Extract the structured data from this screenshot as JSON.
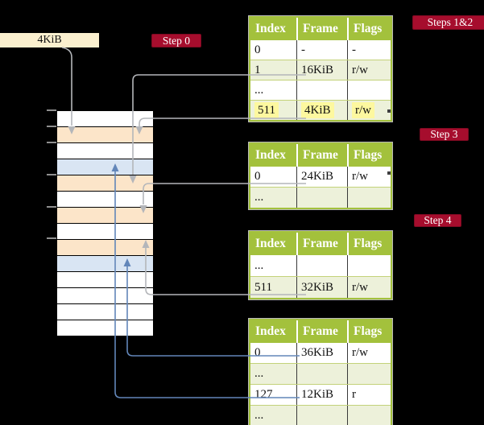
{
  "frame_label": "4KiB",
  "badges": {
    "step0": "Step 0",
    "steps12": "Steps 1&2",
    "step3": "Step 3",
    "step4": "Step 4"
  },
  "memory": {
    "description": "physical memory column of 4KiB frames",
    "row_colors": [
      "white",
      "orange",
      "white",
      "blue",
      "orange",
      "white",
      "orange",
      "white",
      "orange",
      "blue",
      "white",
      "white",
      "white",
      "white"
    ]
  },
  "tables": {
    "steps12": {
      "headers": [
        "Index",
        "Frame",
        "Flags"
      ],
      "rows": [
        [
          "0",
          "-",
          "-"
        ],
        [
          "1",
          "16KiB",
          "r/w"
        ],
        [
          "...",
          "",
          ""
        ],
        [
          "511",
          "4KiB",
          "r/w"
        ]
      ],
      "highlighted_row": 3
    },
    "step3": {
      "headers": [
        "Index",
        "Frame",
        "Flags"
      ],
      "rows": [
        [
          "0",
          "24KiB",
          "r/w"
        ],
        [
          "...",
          "",
          ""
        ]
      ]
    },
    "step4a": {
      "headers": [
        "Index",
        "Frame",
        "Flags"
      ],
      "rows": [
        [
          "...",
          "",
          ""
        ],
        [
          "511",
          "32KiB",
          "r/w"
        ]
      ]
    },
    "step4b": {
      "headers": [
        "Index",
        "Frame",
        "Flags"
      ],
      "rows": [
        [
          "0",
          "36KiB",
          "r/w"
        ],
        [
          "...",
          "",
          ""
        ],
        [
          "127",
          "12KiB",
          "r"
        ],
        [
          "...",
          "",
          ""
        ]
      ]
    }
  },
  "colors": {
    "badge_red": "#a60d2d",
    "table_header_green": "#a3c13c",
    "row_light_green": "#edf1da",
    "memory_orange": "#fce5c9",
    "memory_blue": "#d9e5f3",
    "highlight_yellow": "#fdf89f",
    "label_cream": "#fbf0cf",
    "arrow_gray": "#b4b6ba",
    "arrow_blue": "#6286b9"
  }
}
